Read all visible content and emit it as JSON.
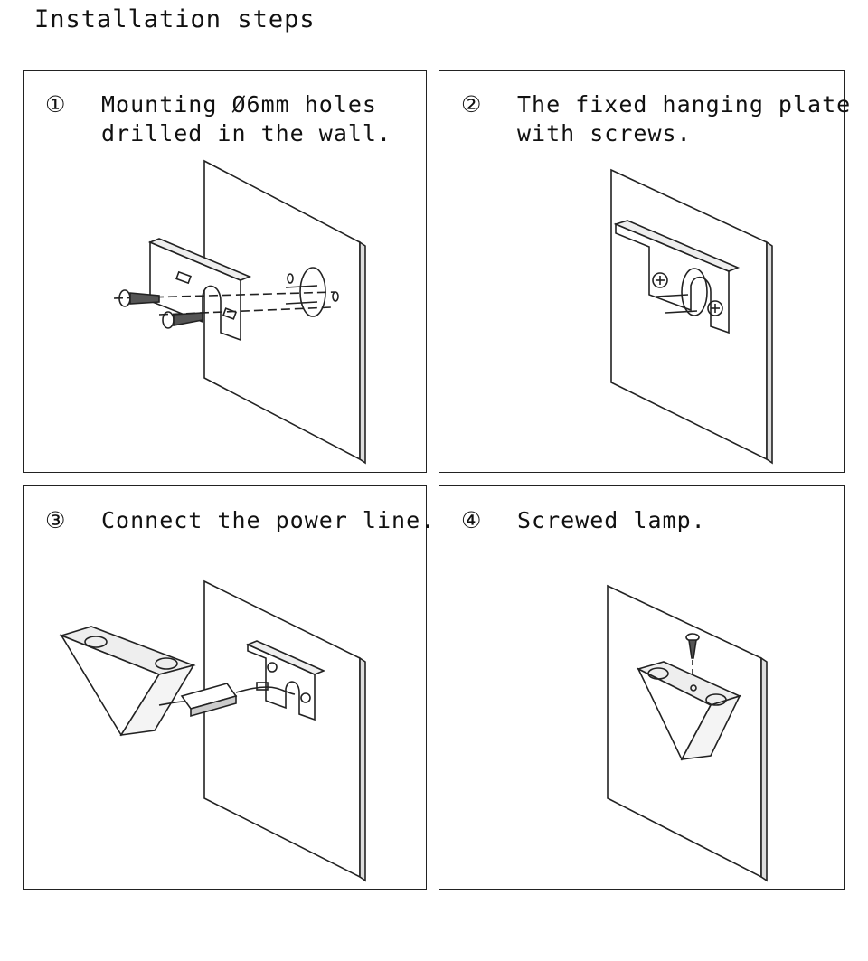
{
  "title": "Installation steps",
  "steps": [
    {
      "number": "①",
      "line1": "Mounting Ø6mm holes",
      "line2": "drilled in the wall."
    },
    {
      "number": "②",
      "line1": "The fixed hanging plate",
      "line2": "with screws."
    },
    {
      "number": "③",
      "line1": "Connect the power line.",
      "line2": ""
    },
    {
      "number": "④",
      "line1": "Screwed lamp.",
      "line2": ""
    }
  ]
}
